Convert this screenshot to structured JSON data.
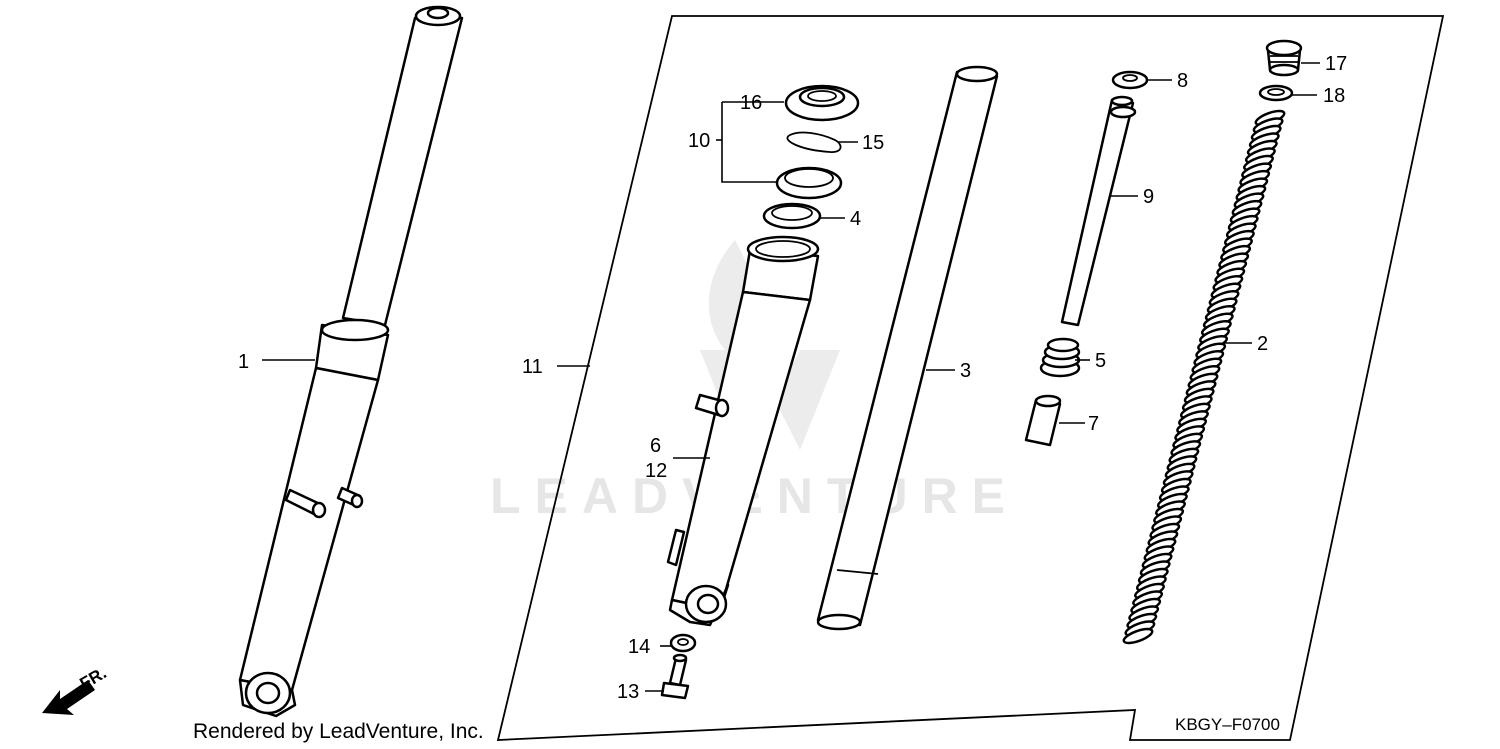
{
  "diagram": {
    "watermark": "LEADVENTURE",
    "direction_label": "FR.",
    "footer": "Rendered by LeadVenture, Inc.",
    "diagram_code": "KBGY–F0700",
    "callouts": {
      "c1": "1",
      "c2": "2",
      "c3": "3",
      "c4": "4",
      "c5": "5",
      "c6": "6",
      "c7": "7",
      "c8": "8",
      "c9": "9",
      "c10": "10",
      "c11": "11",
      "c12": "12",
      "c13": "13",
      "c14": "14",
      "c15": "15",
      "c16": "16",
      "c17": "17",
      "c18": "18"
    }
  }
}
